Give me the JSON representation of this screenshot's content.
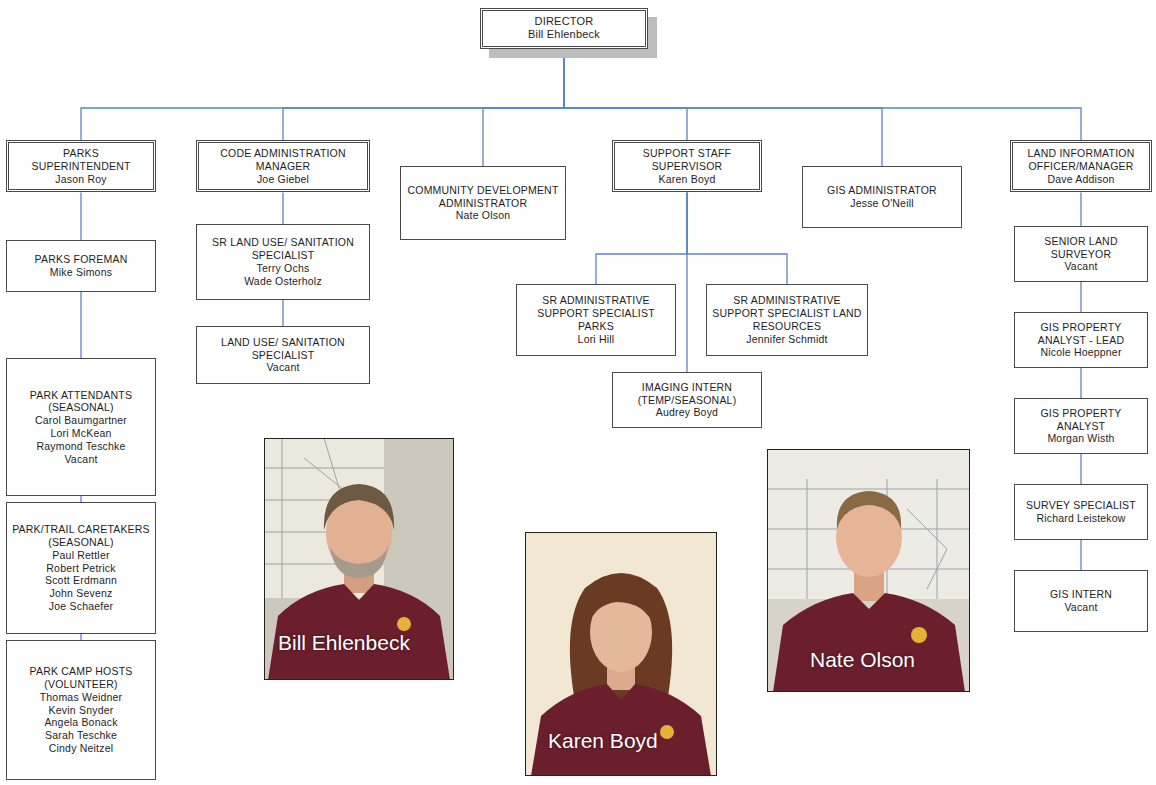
{
  "diagram": {
    "nodes": [
      {
        "text": [
          "DIRECTOR",
          "Bill Ehlenbeck"
        ]
      },
      {
        "text": [
          "PARKS SUPERINTENDENT",
          "Jason Roy"
        ]
      },
      {
        "text": [
          "CODE ADMINISTRATION MANAGER",
          "Joe Giebel"
        ]
      },
      {
        "text": [
          "COMMUNITY DEVELOPMENT ADMINISTRATOR",
          "Nate Olson"
        ]
      },
      {
        "text": [
          "SUPPORT STAFF SUPERVISOR",
          "Karen Boyd"
        ]
      },
      {
        "text": [
          "GIS ADMINISTRATOR",
          "Jesse O'Neill"
        ]
      },
      {
        "text": [
          "LAND INFORMATION OFFICER/MANAGER",
          "Dave Addison"
        ]
      },
      {
        "text": [
          "PARKS FOREMAN",
          "Mike Simons"
        ]
      },
      {
        "text": [
          "SR LAND USE/ SANITATION SPECIALIST",
          "Terry Ochs",
          "Wade Osterholz"
        ]
      },
      {
        "text": [
          "LAND USE/ SANITATION SPECIALIST",
          "Vacant"
        ]
      },
      {
        "text": [
          "SR ADMINISTRATIVE SUPPORT SPECIALIST PARKS",
          "Lori Hill"
        ]
      },
      {
        "text": [
          "SR ADMINISTRATIVE SUPPORT SPECIALIST LAND RESOURCES",
          "Jennifer Schmidt"
        ]
      },
      {
        "text": [
          "IMAGING INTERN (TEMP/SEASONAL)",
          "Audrey Boyd"
        ]
      },
      {
        "text": [
          "SENIOR LAND SURVEYOR",
          "Vacant"
        ]
      },
      {
        "text": [
          "GIS PROPERTY ANALYST - LEAD",
          "Nicole Hoeppner"
        ]
      },
      {
        "text": [
          "GIS PROPERTY ANALYST",
          "Morgan Wisth"
        ]
      },
      {
        "text": [
          "SURVEY SPECIALIST",
          "Richard Leistekow"
        ]
      },
      {
        "text": [
          "GIS INTERN",
          "Vacant"
        ]
      },
      {
        "text": [
          "PARK ATTENDANTS (SEASONAL)",
          "Carol Baumgartner",
          "Lori McKean",
          "Raymond Teschke",
          "Vacant"
        ]
      },
      {
        "text": [
          "PARK/TRAIL CARETAKERS (SEASONAL)",
          "Paul Rettler",
          "Robert Petrick",
          "Scott Erdmann",
          "John Sevenz",
          "Joe Schaefer"
        ]
      },
      {
        "text": [
          "PARK CAMP HOSTS (VOLUNTEER)",
          "Thomas Weidner",
          "Kevin Snyder",
          "Angela Bonack",
          "Sarah Teschke",
          "Cindy Neitzel"
        ]
      }
    ],
    "edges": [
      {
        "from": 0,
        "to": 1,
        "arrow": "none"
      },
      {
        "from": 0,
        "to": 2,
        "arrow": "none"
      },
      {
        "from": 0,
        "to": 3,
        "arrow": "none"
      },
      {
        "from": 0,
        "to": 4,
        "arrow": "none"
      },
      {
        "from": 0,
        "to": 5,
        "arrow": "none"
      },
      {
        "from": 0,
        "to": 6,
        "arrow": "none"
      },
      {
        "from": 1,
        "to": 7,
        "arrow": "none"
      },
      {
        "from": 7,
        "to": 18,
        "arrow": "none"
      },
      {
        "from": 18,
        "to": 19,
        "arrow": "none"
      },
      {
        "from": 19,
        "to": 20,
        "arrow": "none"
      },
      {
        "from": 2,
        "to": 8,
        "arrow": "none"
      },
      {
        "from": 8,
        "to": 9,
        "arrow": "none"
      },
      {
        "from": 4,
        "to": 10,
        "arrow": "none"
      },
      {
        "from": 4,
        "to": 11,
        "arrow": "none"
      },
      {
        "from": 4,
        "to": 12,
        "arrow": "none"
      },
      {
        "from": 6,
        "to": 13,
        "arrow": "none"
      },
      {
        "from": 13,
        "to": 14,
        "arrow": "none"
      },
      {
        "from": 14,
        "to": 15,
        "arrow": "none"
      },
      {
        "from": 15,
        "to": 16,
        "arrow": "none"
      },
      {
        "from": 16,
        "to": 17,
        "arrow": "none"
      }
    ],
    "labels": [
      "Bill Ehlenbeck",
      "Karen Boyd",
      "Nate Olson"
    ]
  }
}
